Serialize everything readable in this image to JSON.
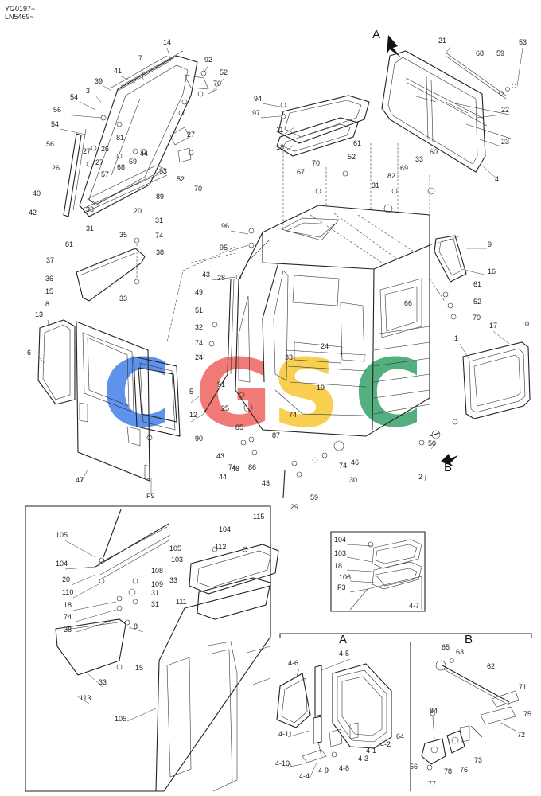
{
  "header": {
    "line1": "YG0197~",
    "line2": "LN5469~"
  },
  "sections": {
    "a": "A",
    "b": "B",
    "f9": "F9",
    "f3": "F3"
  },
  "view_marks": {
    "arrow_a": "A",
    "arrow_b": "B"
  },
  "watermark": {
    "letters": [
      "C",
      "G",
      "S",
      "C"
    ],
    "colors": [
      "#3b7be8",
      "#ee5e5a",
      "#f7c52c",
      "#2f9e63"
    ]
  },
  "parts": [
    "YG0197~",
    "LN5469~",
    "14",
    "7",
    "41",
    "92",
    "52",
    "70",
    "39",
    "3",
    "54",
    "56",
    "54",
    "81",
    "27",
    "26",
    "56",
    "57",
    "68",
    "59",
    "44",
    "27",
    "93",
    "52",
    "70",
    "27",
    "26",
    "89",
    "40",
    "20",
    "42",
    "33",
    "31",
    "81",
    "31",
    "74",
    "35",
    "38",
    "37",
    "36",
    "15",
    "8",
    "33",
    "21",
    "53",
    "68",
    "59",
    "22",
    "23",
    "4",
    "94",
    "97",
    "11",
    "18",
    "61",
    "52",
    "70",
    "67",
    "60",
    "33",
    "82",
    "69",
    "31",
    "9",
    "16",
    "96",
    "95",
    "43",
    "28",
    "61",
    "52",
    "70",
    "49",
    "51",
    "66",
    "32",
    "74",
    "24",
    "33",
    "24",
    "1",
    "17",
    "10",
    "13",
    "6",
    "5",
    "91",
    "12",
    "90",
    "25",
    "19",
    "74",
    "85",
    "87",
    "43",
    "44",
    "74",
    "86",
    "50",
    "48",
    "74",
    "30",
    "46",
    "59",
    "29",
    "43",
    "2",
    "47",
    "F9",
    "115",
    "105",
    "104",
    "105",
    "112",
    "104",
    "20",
    "103",
    "33",
    "110",
    "108",
    "109",
    "31",
    "18",
    "111",
    "31",
    "74",
    "38",
    "8",
    "33",
    "15",
    "113",
    "105",
    "104",
    "103",
    "18",
    "106",
    "F3",
    "4-7",
    "4-5",
    "4-6",
    "4-11",
    "4-10",
    "4-4",
    "4-9",
    "4-8",
    "4-3",
    "4-1",
    "4-2",
    "64",
    "65",
    "63",
    "62",
    "71",
    "75",
    "84",
    "72",
    "56",
    "77",
    "78",
    "76",
    "73"
  ]
}
